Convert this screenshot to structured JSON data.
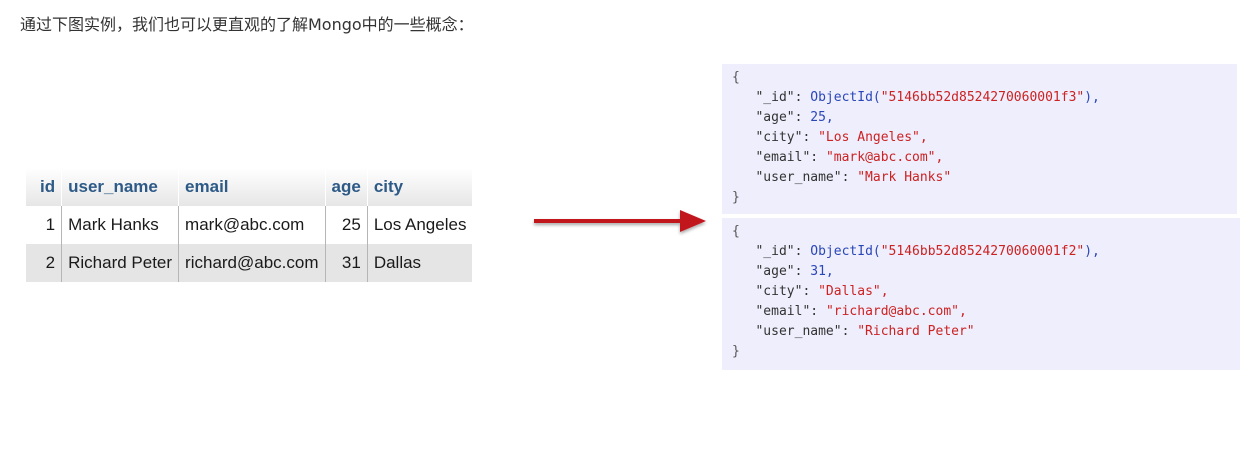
{
  "intro_text": "通过下图实例，我们也可以更直观的了解Mongo中的一些概念：",
  "table": {
    "headers": [
      "id",
      "user_name",
      "email",
      "age",
      "city"
    ],
    "rows": [
      [
        "1",
        "Mark Hanks",
        "mark@abc.com",
        "25",
        "Los Angeles"
      ],
      [
        "2",
        "Richard Peter",
        "richard@abc.com",
        "31",
        "Dallas"
      ]
    ]
  },
  "arrow_color": "#c0161d",
  "documents": [
    {
      "open": "{",
      "close": "}",
      "id_key": "\"_id\"",
      "id_fn": "ObjectId(",
      "id_val": "\"5146bb52d8524270060001f3\"",
      "id_end": "),",
      "age_key": "\"age\"",
      "age_val": "25,",
      "city_key": "\"city\"",
      "city_val": "\"Los Angeles\",",
      "email_key": "\"email\"",
      "email_val": "\"mark@abc.com\",",
      "name_key": "\"user_name\"",
      "name_val": "\"Mark Hanks\""
    },
    {
      "open": "{",
      "close": "}",
      "id_key": "\"_id\"",
      "id_fn": "ObjectId(",
      "id_val": "\"5146bb52d8524270060001f2\"",
      "id_end": "),",
      "age_key": "\"age\"",
      "age_val": "31,",
      "city_key": "\"city\"",
      "city_val": "\"Dallas\",",
      "email_key": "\"email\"",
      "email_val": "\"richard@abc.com\",",
      "name_key": "\"user_name\"",
      "name_val": "\"Richard Peter\""
    }
  ]
}
